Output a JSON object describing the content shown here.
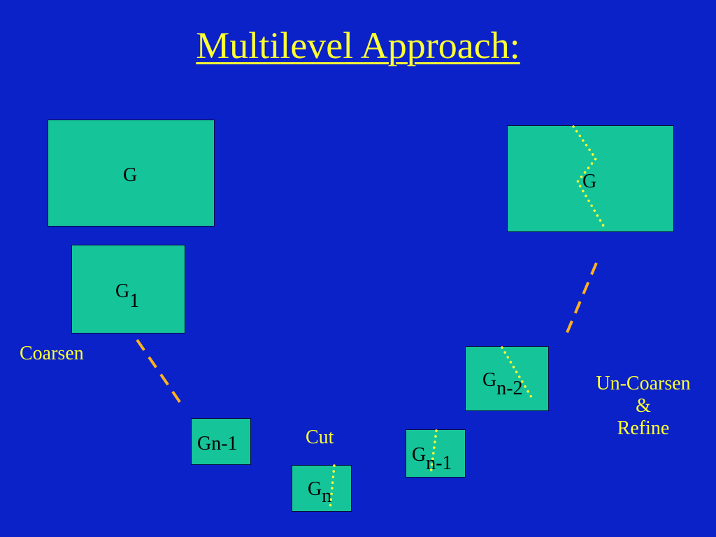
{
  "title": "Multilevel Approach:",
  "labels": {
    "coarsen": "Coarsen",
    "cut": "Cut",
    "uncoarsen_line1": "Un-Coarsen",
    "uncoarsen_line2": "&",
    "uncoarsen_line3": "Refine"
  },
  "graphs": {
    "g_left": {
      "base": "G",
      "sub": ""
    },
    "g1": {
      "base": "G",
      "sub": "1"
    },
    "gn1_left": {
      "base": "G",
      "sub": "n-1"
    },
    "gn": {
      "base": "G",
      "sub": "n"
    },
    "gn1_right": {
      "base": "G",
      "sub": "n-1"
    },
    "gn2": {
      "base": "G",
      "sub": "n-2"
    },
    "g_right": {
      "base": "G",
      "sub": ""
    }
  },
  "colors": {
    "background": "#0a22c8",
    "box_fill": "#16c49a",
    "text_yellow": "#ffff33",
    "dash_orange": "#ffb020",
    "dot_yellow": "#ffff33"
  }
}
